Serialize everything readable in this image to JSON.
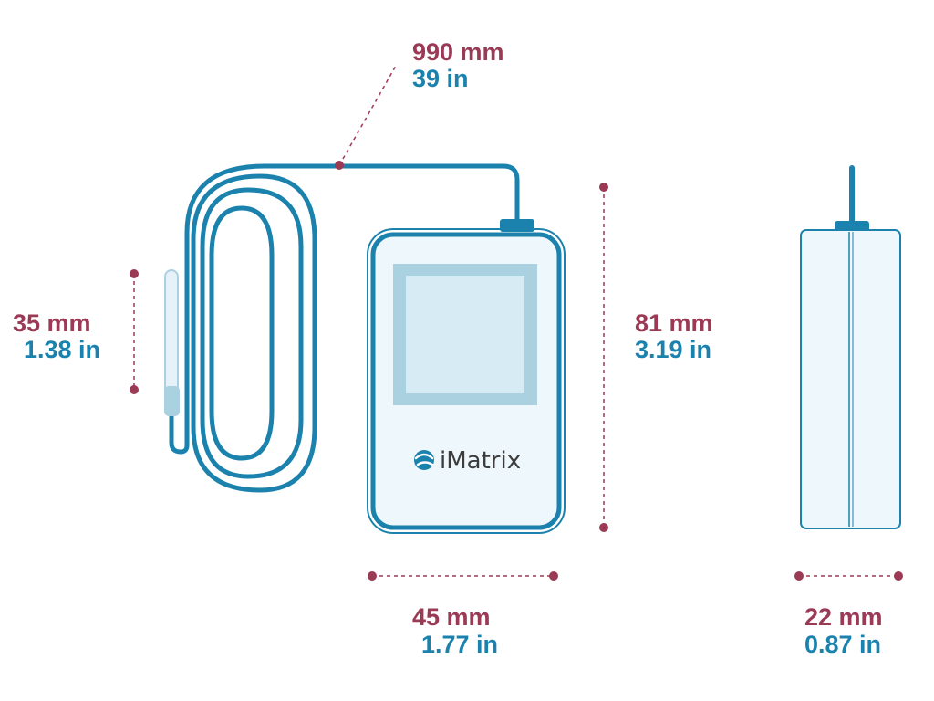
{
  "colors": {
    "metric": "#9b3a55",
    "imperial": "#1b82ad",
    "outline": "#1b82ad",
    "body_fill": "#eef7fb",
    "screen_frame": "#a9d1e0",
    "screen": "#d6ebf3",
    "probe_tip": "#a9d1e0",
    "probe_body": "#e6f2f8"
  },
  "icons": {
    "brand_logo": "imatrix-swirl-logo-icon"
  },
  "dimensions": {
    "cable": {
      "metric": "990 mm",
      "imperial": "39 in"
    },
    "probe_length": {
      "metric": "35 mm",
      "imperial": "1.38 in"
    },
    "device_height": {
      "metric": "81 mm",
      "imperial": "3.19 in"
    },
    "device_width": {
      "metric": "45 mm",
      "imperial": "1.77 in"
    },
    "device_depth": {
      "metric": "22 mm",
      "imperial": "0.87 in"
    }
  },
  "device": {
    "brand_name": "iMatrix"
  }
}
